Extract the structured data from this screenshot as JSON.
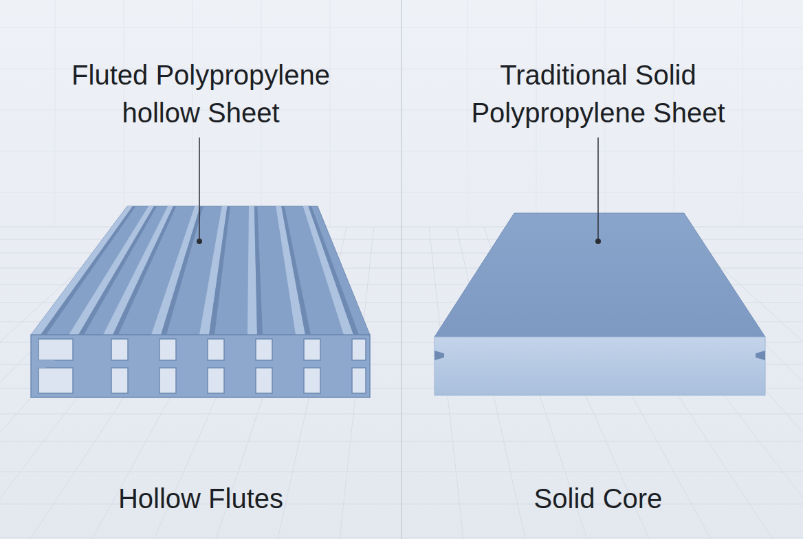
{
  "diagram": {
    "labels": [
      "Fluted Polypropylene hollow Sheet",
      "Traditional Solid Polypropylene Sheet",
      "Hollow Flutes",
      "Solid Core"
    ]
  }
}
